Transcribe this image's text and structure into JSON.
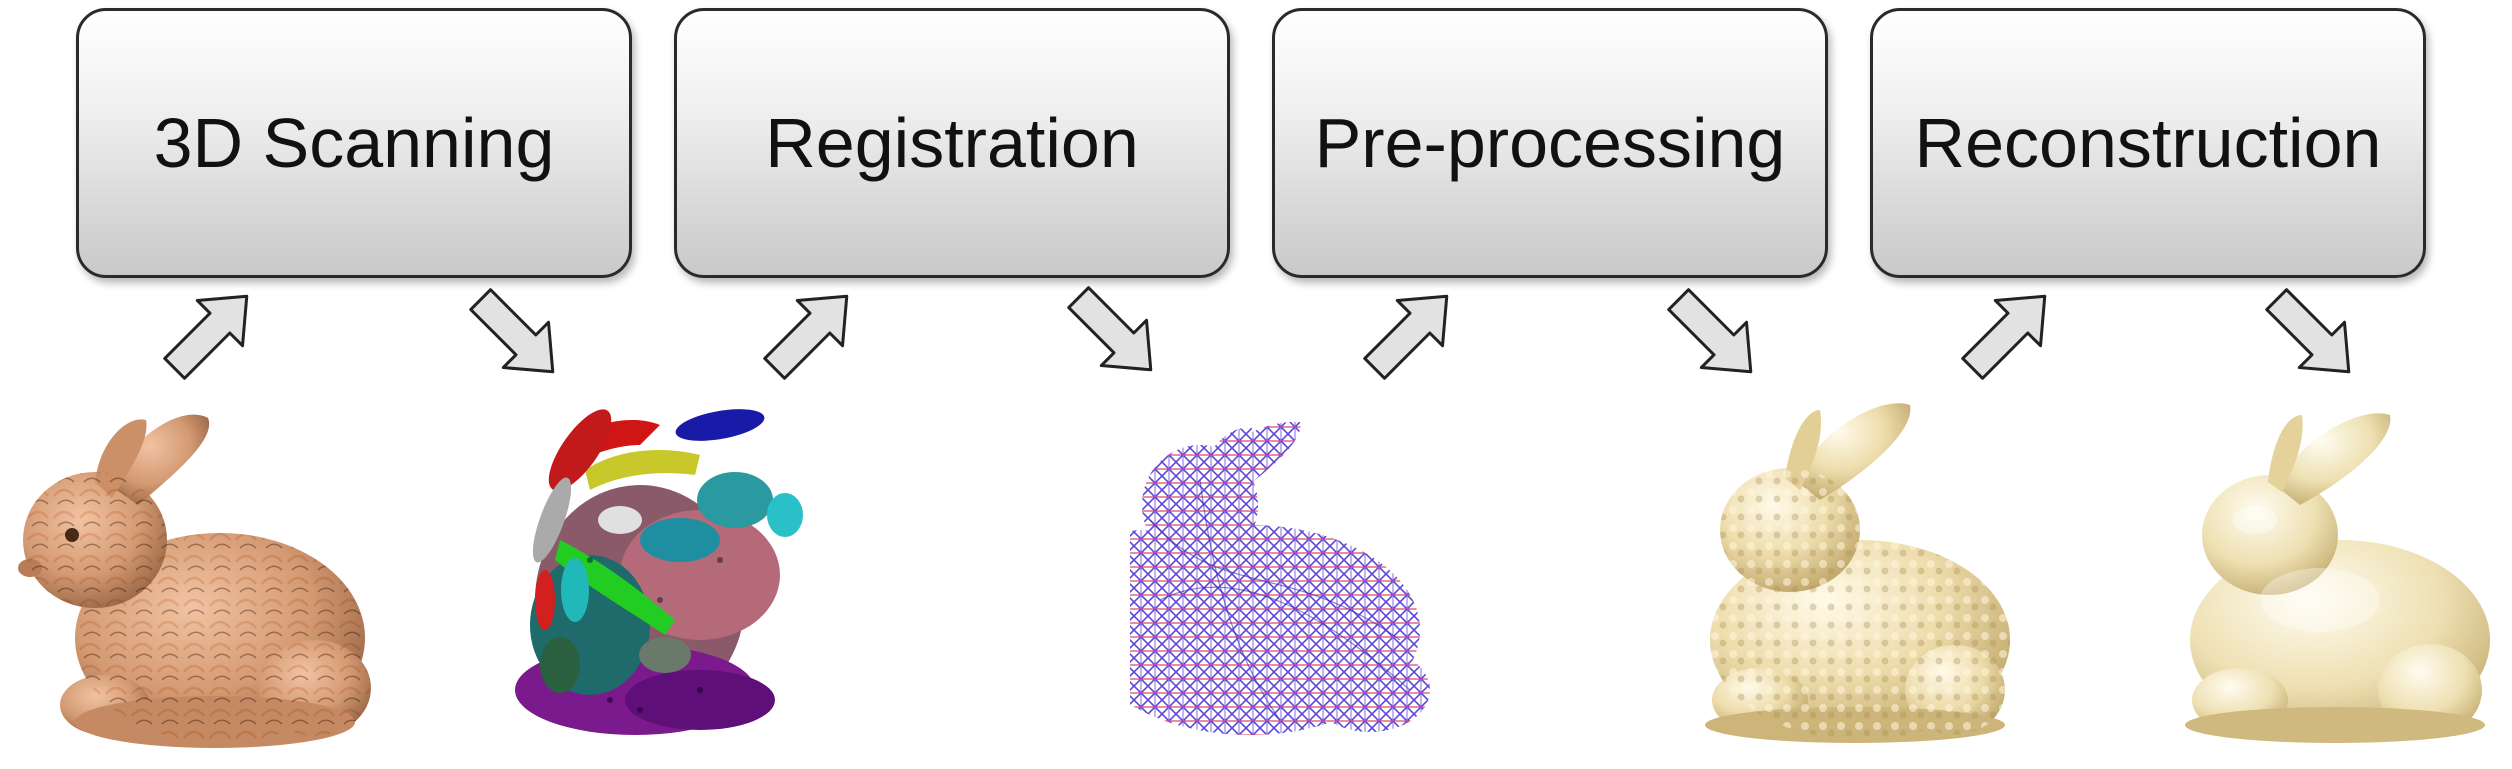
{
  "pipeline": {
    "stages": [
      {
        "label": "3D Scanning"
      },
      {
        "label": "Registration"
      },
      {
        "label": "Pre-processing"
      },
      {
        "label": "Reconstruction"
      }
    ],
    "arrow_icon": "block-arrow-icon",
    "colors": {
      "box_top": "#ffffff",
      "box_bottom": "#c9c9c9",
      "box_border": "#2a2a2a",
      "arrow_fill": "#e2e2e2",
      "arrow_stroke": "#222222",
      "bunny_original": "#c98f68",
      "bunny_pointcloud": "#7050d0",
      "bunny_preprocessed": "#e7d8a6",
      "bunny_reconstructed": "#e9dcaa"
    },
    "images": [
      {
        "icon": "textured-bunny-icon"
      },
      {
        "icon": "scan-patches-icon"
      },
      {
        "icon": "point-cloud-bunny-icon"
      },
      {
        "icon": "noisy-surface-bunny-icon"
      },
      {
        "icon": "smooth-mesh-bunny-icon"
      }
    ]
  }
}
